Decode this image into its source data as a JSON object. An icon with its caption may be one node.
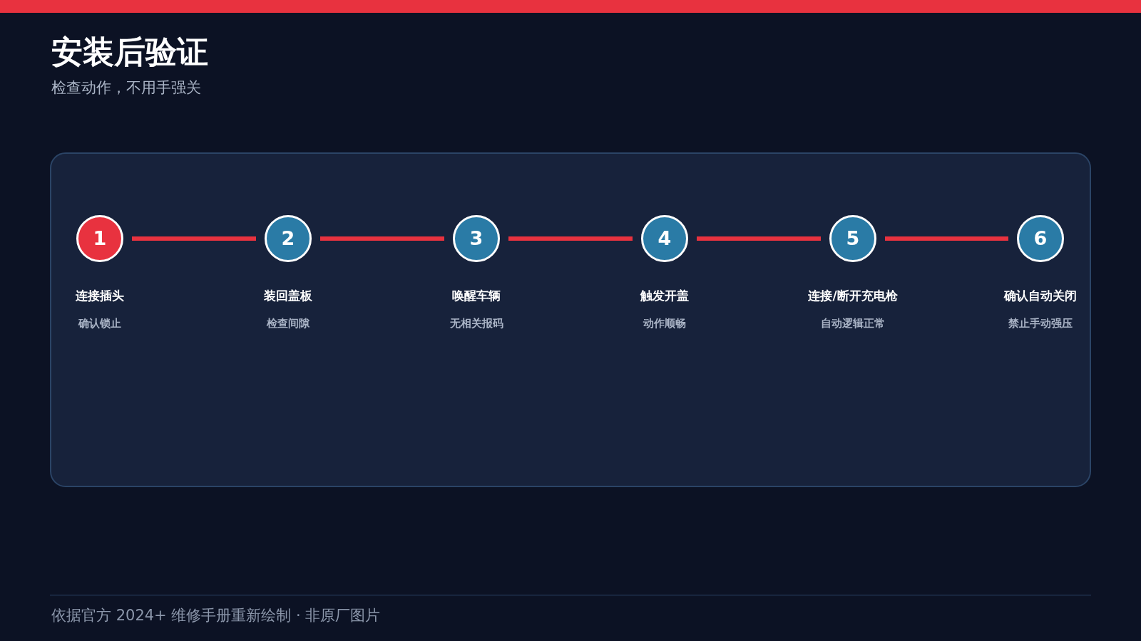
{
  "diagram": {
    "title": "安装后验证",
    "nodes": [
      {
        "text": [
          "1",
          "连接插头",
          "确认锁止"
        ]
      },
      {
        "text": [
          "2",
          "装回盖板",
          "检查间隙"
        ]
      },
      {
        "text": [
          "3",
          "唤醒车辆",
          "无相关报码"
        ]
      },
      {
        "text": [
          "4",
          "触发开盖",
          "动作顺畅"
        ]
      },
      {
        "text": [
          "5",
          "连接/断开充电枪",
          "自动逻辑正常"
        ]
      },
      {
        "text": [
          "6",
          "确认自动关闭",
          "禁止手动强压"
        ]
      }
    ],
    "edges": [
      {
        "from": 0,
        "to": 1,
        "arrow": "none"
      },
      {
        "from": 1,
        "to": 2,
        "arrow": "none"
      },
      {
        "from": 2,
        "to": 3,
        "arrow": "none"
      },
      {
        "from": 3,
        "to": 4,
        "arrow": "none"
      },
      {
        "from": 4,
        "to": 5,
        "arrow": "none"
      }
    ],
    "labels": [
      "检查动作，不用手强关",
      "依据官方 2024+ 维修手册重新绘制 · 非原厂图片"
    ]
  }
}
